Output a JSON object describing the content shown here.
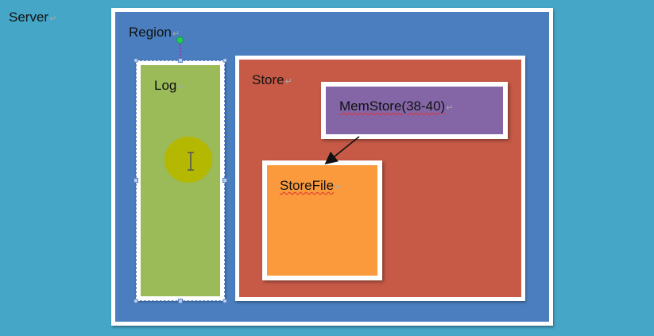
{
  "labels": {
    "server": "Server",
    "region": "Region",
    "log": "Log",
    "store": "Store",
    "memstore": "MemStore(38-40)",
    "storefile": "StoreFile"
  },
  "paragraph_mark": "↵",
  "colors": {
    "background": "#45a6c8",
    "region": "#4a7ebf",
    "log": "#9bbb59",
    "store": "#c65a47",
    "memstore": "#8466a6",
    "storefile": "#fb9a3c",
    "cursor_highlight": "#b5b800",
    "rotate_handle": "#27c95a"
  },
  "icons": {
    "cursor": "ibeam-icon",
    "arrow": "arrow-memstore-to-storefile"
  }
}
